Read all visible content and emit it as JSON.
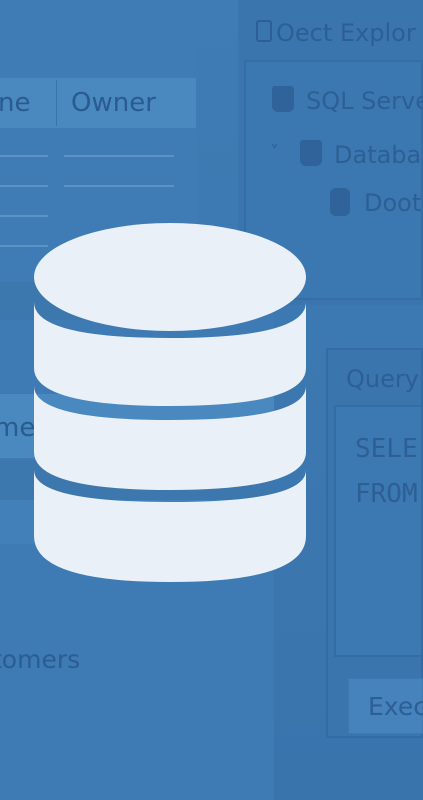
{
  "grid": {
    "header_name": "ne",
    "header_owner": "Owner",
    "header2_text": "me",
    "row_text": "tomers"
  },
  "object_explorer": {
    "title": "Oect Explor",
    "items": [
      {
        "label": "SQL Serve",
        "icon": "server-icon"
      },
      {
        "label": "Databa",
        "icon": "database-folder-icon",
        "expanded": true
      },
      {
        "label": "Doot",
        "icon": "database-icon"
      }
    ],
    "expand_glyph": "˅"
  },
  "query_window": {
    "title": "Query",
    "sql_lines": [
      "SELE",
      "FROM"
    ],
    "execute_label": "Exec"
  },
  "hero": {
    "icon": "database-icon",
    "icon_color": "#e9f0f7",
    "ring_color": "#3e78b0"
  },
  "colors": {
    "background": "#3d78b1",
    "text": "#2d5f94",
    "panel_highlight": "#4a88c0"
  }
}
